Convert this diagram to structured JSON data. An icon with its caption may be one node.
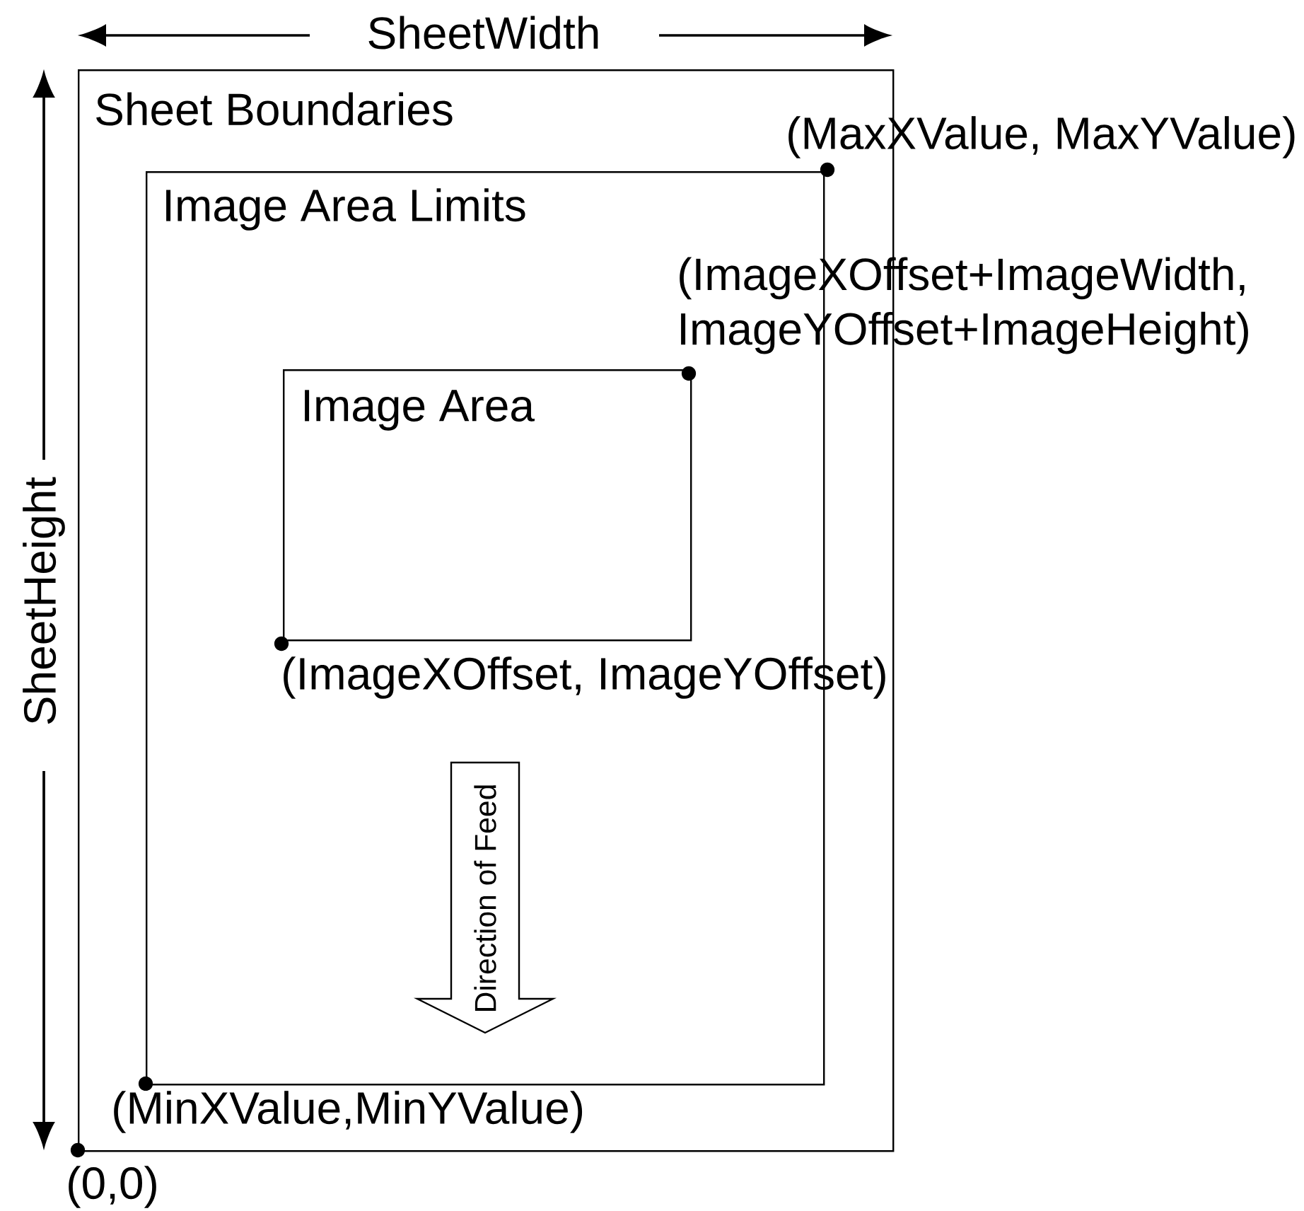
{
  "diagram": {
    "nodes": [
      {
        "text": [
          "Sheet Boundaries"
        ]
      },
      {
        "text": [
          "Image Area Limits"
        ],
        "in": 0
      },
      {
        "text": [
          "Image Area"
        ],
        "in": 1
      },
      {
        "text": [
          "Direction of Feed"
        ],
        "in": 1
      }
    ],
    "labels": [
      "SheetWidth",
      "SheetHeight",
      "(MaxXValue, MaxYValue)",
      "(ImageXOffset+ImageWidth, ImageYOffset+ImageHeight)",
      "(ImageXOffset, ImageYOffset)",
      "(MinXValue,MinYValue)",
      "(0,0)"
    ]
  }
}
